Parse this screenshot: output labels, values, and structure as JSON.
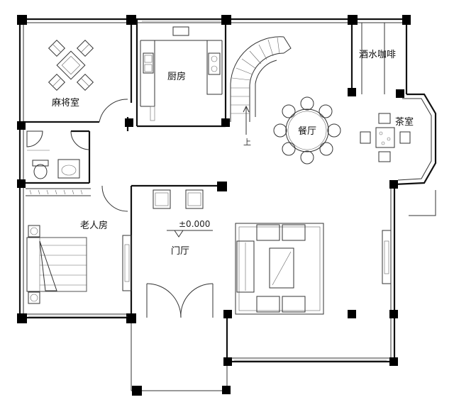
{
  "rooms": {
    "mahjong": "麻将室",
    "kitchen": "厨房",
    "bar_coffee": "酒水咖啡",
    "dining": "餐厅",
    "tea": "茶室",
    "elder_bedroom": "老人房",
    "foyer": "门厅"
  },
  "stair_up_label": "上",
  "elevation_mark": "±0.000"
}
